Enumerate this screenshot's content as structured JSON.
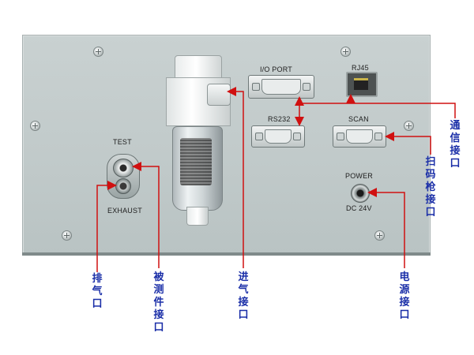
{
  "panel": {
    "labels": {
      "test": "TEST",
      "exhaust": "EXHAUST",
      "io_port": "I/O PORT",
      "rj45": "RJ45",
      "rs232": "RS232",
      "scan": "SCAN",
      "power": "POWER",
      "dc24v": "DC 24V"
    }
  },
  "callouts": {
    "exhaust_port": "排气口",
    "test_port": "被测件接口",
    "inlet_port": "进气接口",
    "power_port": "电源接口",
    "comm_port": "通信接口",
    "scanner_port": "扫码枪接口"
  },
  "colors": {
    "callout_line": "#d01010",
    "callout_text": "#1b2fa8",
    "panel": "#c4cdcd"
  }
}
